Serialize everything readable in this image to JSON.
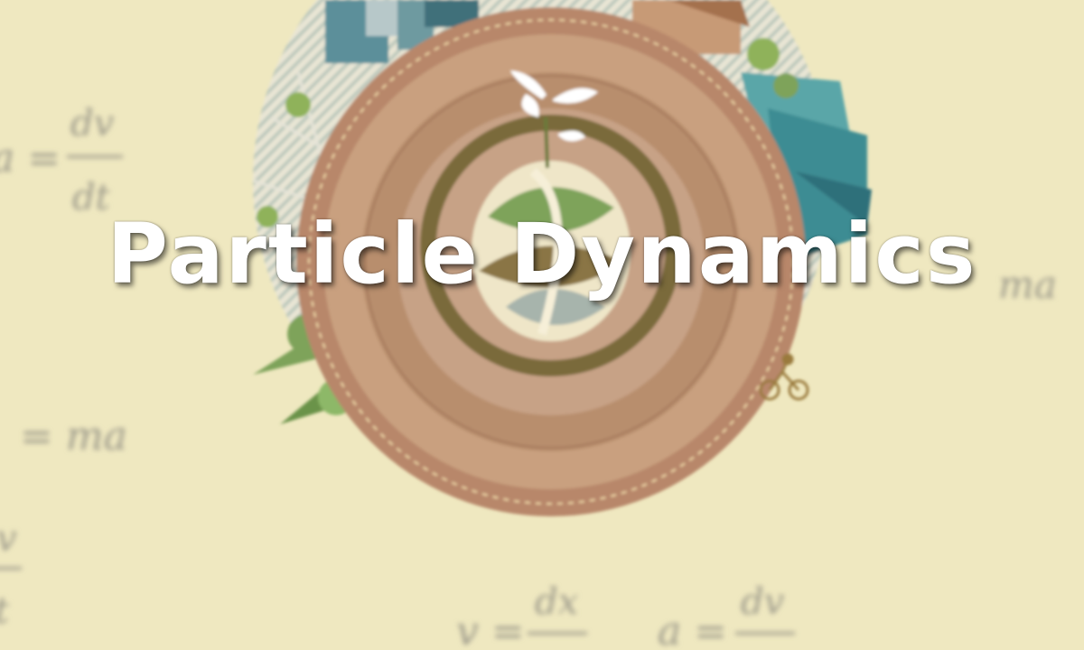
{
  "title": "Particle Dynamics",
  "background_equations": {
    "eq_a_dv_dt": {
      "lhs": "a =",
      "num": "dv",
      "den": "dt"
    },
    "eq_f_ma_left": "= ma",
    "eq_ma_right": "ma",
    "eq_v_partial": {
      "num": "v",
      "den": "t"
    },
    "eq_v_dx": {
      "lhs": "v =",
      "num": "dx"
    },
    "eq_a_dv": {
      "lhs": "a =",
      "num": "dv"
    }
  },
  "colors": {
    "background": "#efe8c0",
    "disc_outer": "#b8876a",
    "disc_mid": "#c9a07f",
    "ring_dark": "#7a6a3a",
    "leaf_green": "#7ea35a",
    "mountain_teal": "#5aa6a8",
    "title_text": "#ffffff"
  },
  "icons": [
    "leaf-sprout-icon",
    "globe-leaf-icon",
    "tree-icon",
    "wind-turbine-icon",
    "mountain-icon",
    "city-building-icon",
    "cyclist-icon"
  ]
}
